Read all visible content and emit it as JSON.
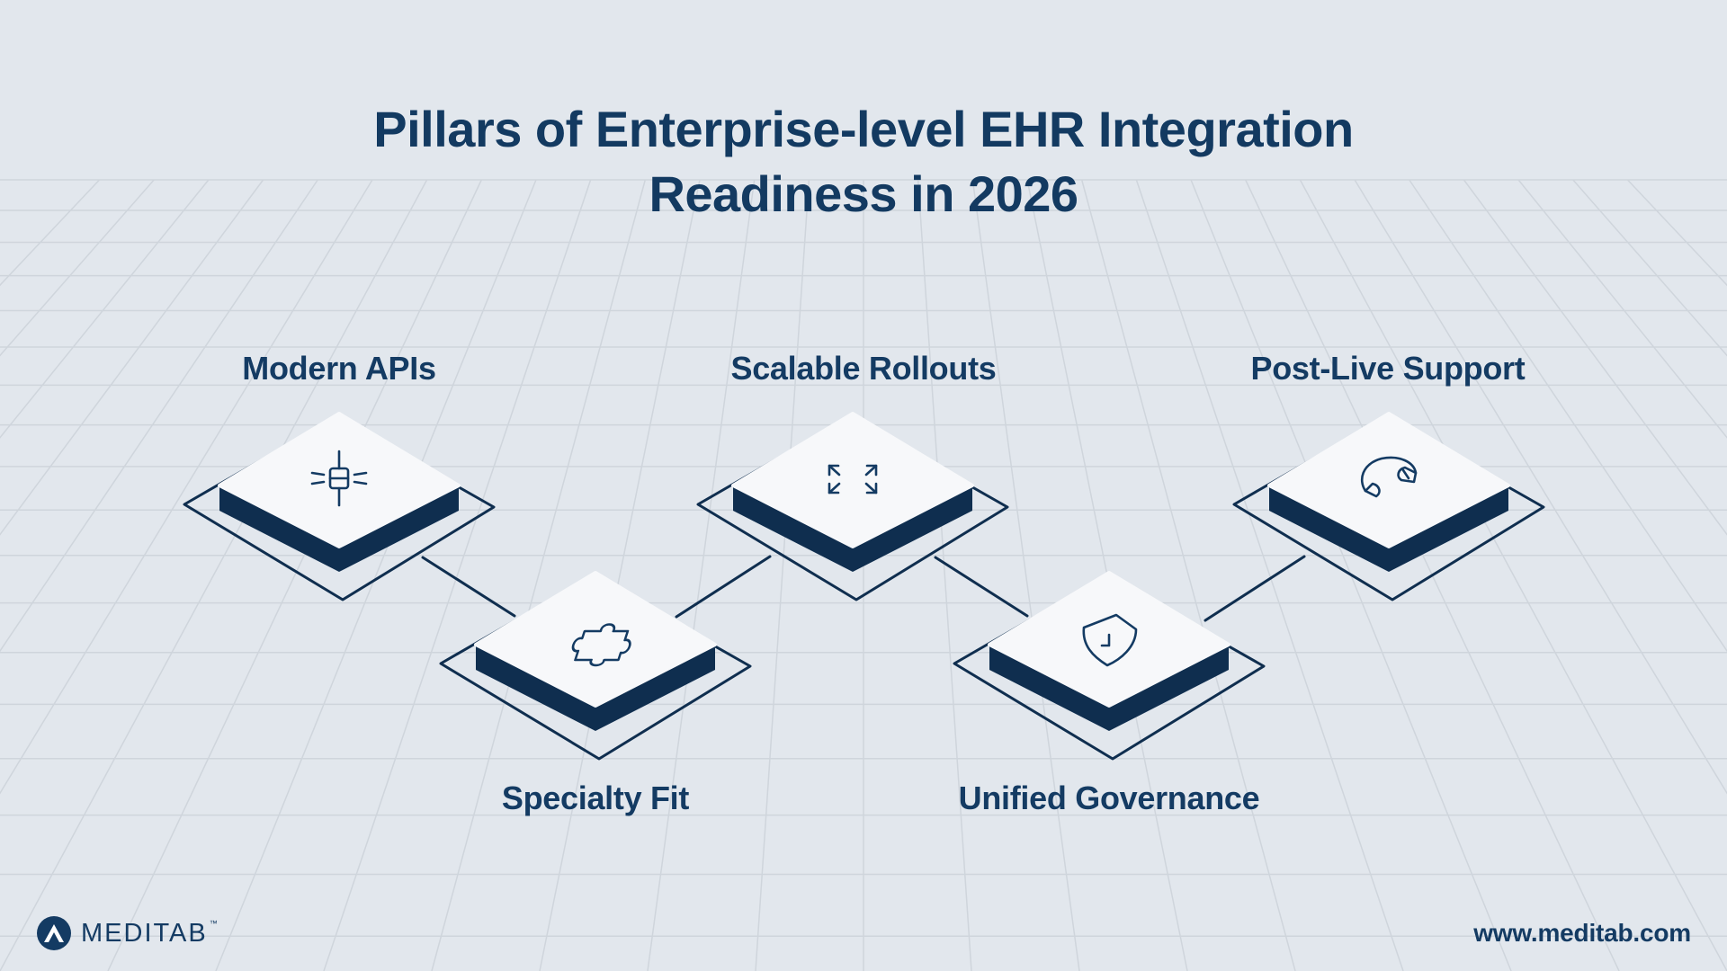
{
  "title": {
    "line1": "Pillars of Enterprise-level EHR Integration",
    "line2": "Readiness in 2026"
  },
  "pillars": [
    {
      "label": "Modern APIs",
      "icon": "api-chip-icon"
    },
    {
      "label": "Specialty Fit",
      "icon": "puzzle-piece-icon"
    },
    {
      "label": "Scalable Rollouts",
      "icon": "expand-arrows-icon"
    },
    {
      "label": "Unified Governance",
      "icon": "shield-check-icon"
    },
    {
      "label": "Post-Live Support",
      "icon": "headset-icon"
    }
  ],
  "footer": {
    "logo_text": "MEDITAB",
    "logo_tm": "™",
    "url": "www.meditab.com"
  },
  "colors": {
    "background": "#e2e7ed",
    "grid_line": "#cfd5dc",
    "navy": "#0f2e4f",
    "tile_top": "#f7f8fa",
    "text": "#143b63"
  }
}
